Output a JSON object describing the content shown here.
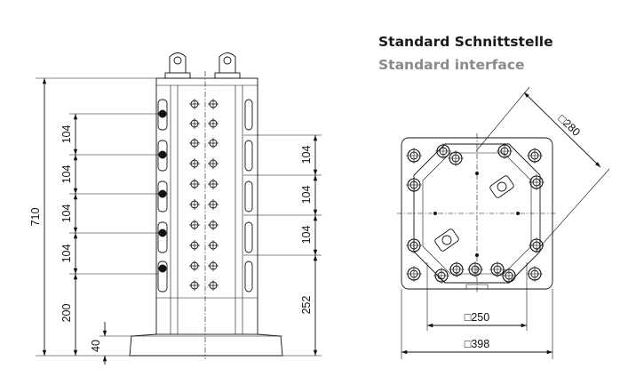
{
  "titles": {
    "german": "Standard Schnittstelle",
    "english": "Standard interface"
  },
  "side_view": {
    "total_height": "710",
    "pitch_labels": [
      "104",
      "104",
      "104",
      "104"
    ],
    "bottom_offset": "200",
    "base_height": "40",
    "right_pitch_labels": [
      "104",
      "104",
      "104"
    ],
    "right_bottom_offset": "252"
  },
  "top_view": {
    "diagonal_size": "□280",
    "bolt_square": "□250",
    "outer_square": "□398"
  }
}
